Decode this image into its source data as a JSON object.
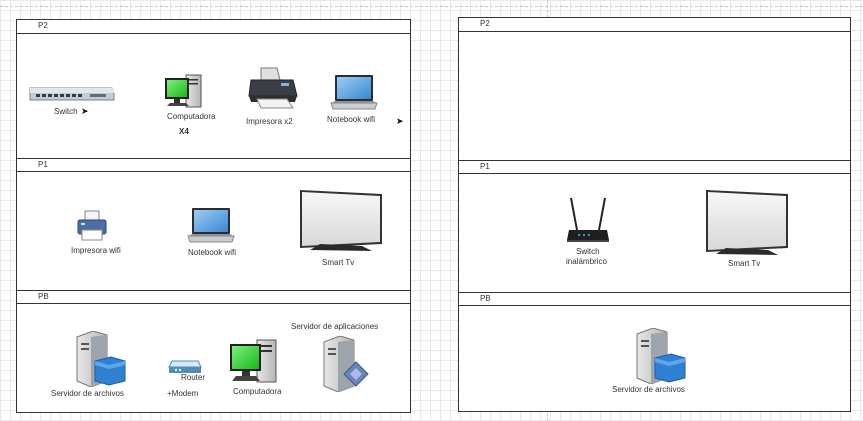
{
  "left_building": {
    "floors": [
      {
        "title": "P2",
        "items": {
          "switch": "Switch",
          "computer": "Computadora",
          "computer_qty": "X4",
          "printer": "Impresora x2",
          "notebook": "Notebook wifi"
        }
      },
      {
        "title": "P1",
        "items": {
          "printer": "Impresora wifi",
          "notebook": "Notebook wifi",
          "tv": "Smart Tv"
        }
      },
      {
        "title": "PB",
        "items": {
          "file_server": "Servidor de archivos",
          "router_line1": "Router",
          "router_line2": "+Modem",
          "computer": "Computadora",
          "app_server": "Servidor de aplicaciones"
        }
      }
    ]
  },
  "right_building": {
    "floors": [
      {
        "title": "P2"
      },
      {
        "title": "P1",
        "items": {
          "wireless_switch_line1": "Switch",
          "wireless_switch_line2": "inalámbrico",
          "tv": "Smart Tv"
        }
      },
      {
        "title": "PB",
        "items": {
          "file_server": "Servidor de archivos"
        }
      }
    ]
  },
  "icons": {
    "switch": "network-switch-icon",
    "computer": "desktop-computer-icon",
    "printer": "inkjet-printer-icon",
    "wifi_printer": "office-printer-icon",
    "notebook": "laptop-icon",
    "tv": "smart-tv-icon",
    "file_server": "file-server-icon",
    "router": "router-icon",
    "app_server": "application-server-icon",
    "wireless_switch": "wireless-router-icon"
  }
}
